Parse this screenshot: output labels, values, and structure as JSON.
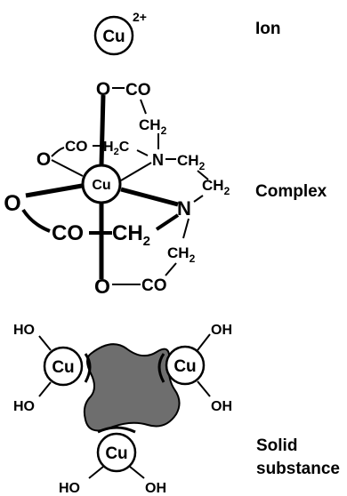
{
  "ion": {
    "metal": "Cu",
    "charge": "2+",
    "label": "Ion"
  },
  "complex": {
    "label": "Complex",
    "metal": "Cu",
    "ligand_atoms": {
      "o_top": "O",
      "co_top": "CO",
      "ch2_top": "CH",
      "ch2_top_sub": "2",
      "co_mid_back": "CO",
      "h2c_mid": "H",
      "h2c_mid_sub": "2",
      "h2c_mid_c": "C",
      "o_left_back": "O",
      "n_back": "N",
      "ch2_right_top": "CH",
      "ch2_right_top_sub": "2",
      "ch2_right_mid": "CH",
      "ch2_right_mid_sub": "2",
      "n_front": "N",
      "o_left_front": "O",
      "co_front": "CO",
      "ch2_front": "CH",
      "ch2_front_sub": "2",
      "ch2_low": "CH",
      "ch2_low_sub": "2",
      "o_bottom": "O",
      "co_bottom": "CO"
    }
  },
  "solid": {
    "label_line1": "Solid",
    "label_line2": "substance",
    "metal": "Cu",
    "hydroxyl": "HO",
    "hydroxyl_r": "OH"
  },
  "colors": {
    "ink": "#000000",
    "solid_fill": "#6e6e6e",
    "background": "#ffffff"
  }
}
